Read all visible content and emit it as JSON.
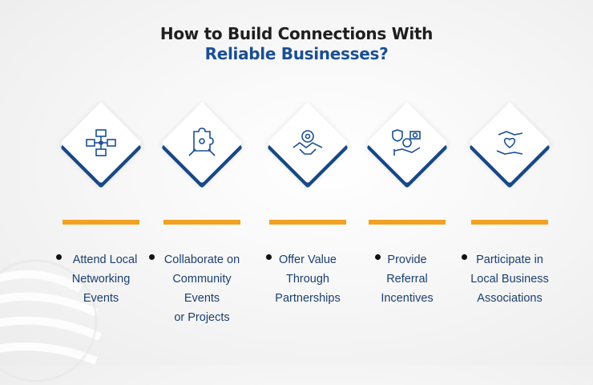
{
  "title": {
    "line1": "How to Build Connections With",
    "line2": "Reliable Businesses?"
  },
  "colors": {
    "accent_blue": "#1b4f91",
    "accent_orange": "#f2a122",
    "text_dark": "#1f1f1f"
  },
  "cards": [
    {
      "icon": "networking-icon",
      "lines": [
        "Attend Local",
        "Networking",
        "Events"
      ]
    },
    {
      "icon": "puzzle-collaboration-icon",
      "lines": [
        "Collaborate on",
        "Community",
        "Events",
        "or Projects"
      ]
    },
    {
      "icon": "handshake-partnership-icon",
      "lines": [
        "Offer Value",
        "Through",
        "Partnerships"
      ]
    },
    {
      "icon": "referral-incentive-icon",
      "lines": [
        "Provide",
        "Referral",
        "Incentives"
      ]
    },
    {
      "icon": "heart-hands-icon",
      "lines": [
        "Participate in",
        "Local Business",
        "Associations"
      ]
    }
  ]
}
